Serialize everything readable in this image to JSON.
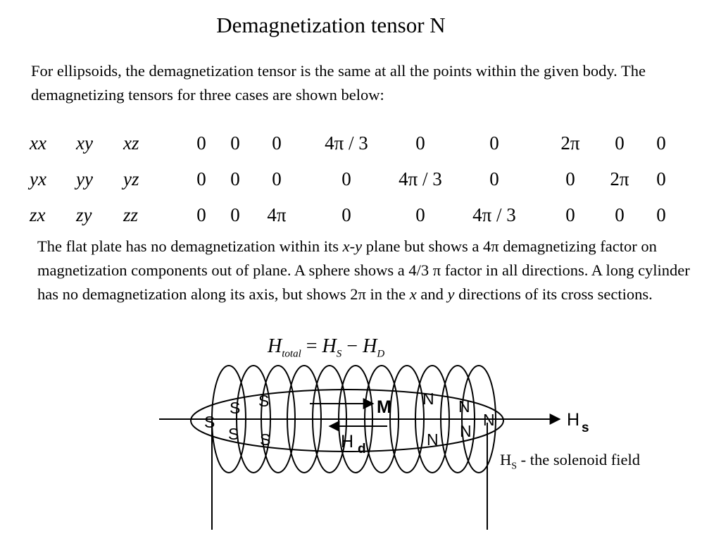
{
  "title": "Demagnetization tensor N",
  "intro": "For ellipsoids, the demagnetization tensor is the same at all the points within the given body. The demagnetizing tensors for three cases are shown below:",
  "tensor_labels": {
    "r1": [
      "xx",
      "xy",
      "xz"
    ],
    "r2": [
      "yx",
      "yy",
      "yz"
    ],
    "r3": [
      "zx",
      "zy",
      "zz"
    ]
  },
  "flat_plate": {
    "r1": [
      "0",
      "0",
      "0"
    ],
    "r2": [
      "0",
      "0",
      "0"
    ],
    "r3": [
      "0",
      "0",
      "4π"
    ]
  },
  "sphere": {
    "r1": [
      "4π / 3",
      "0",
      "0"
    ],
    "r2": [
      "0",
      "4π / 3",
      "0"
    ],
    "r3": [
      "0",
      "0",
      "4π / 3"
    ]
  },
  "cylinder": {
    "r1": [
      "2π",
      "0",
      "0"
    ],
    "r2": [
      "0",
      "2π",
      "0"
    ],
    "r3": [
      "0",
      "0",
      "0"
    ]
  },
  "para": {
    "t1": "The flat plate has no demagnetization within its ",
    "xy": "x-y",
    "t2": " plane but shows a 4π demagnetizing factor on magnetization components out of plane. A sphere shows a 4/3 π  factor in all directions. A long cylinder has no demagnetization along its axis, but shows 2π in the ",
    "x": "x",
    "t3": " and ",
    "y": "y",
    "t4": " directions of its cross sections."
  },
  "equation": {
    "h": "H",
    "total_sub": "total",
    "eq": " = ",
    "hs": "H",
    "s_sub": "S",
    "minus": " − ",
    "hd": "H",
    "d_sub": "D"
  },
  "diagram": {
    "pole_s": "S",
    "pole_n": "N",
    "m_label": "M",
    "hd_main": "H",
    "hd_sub": "d",
    "hs_main": "H",
    "hs_sub": "s"
  },
  "caption": {
    "h": "H",
    "sub": "S",
    "rest": " - the solenoid field"
  }
}
